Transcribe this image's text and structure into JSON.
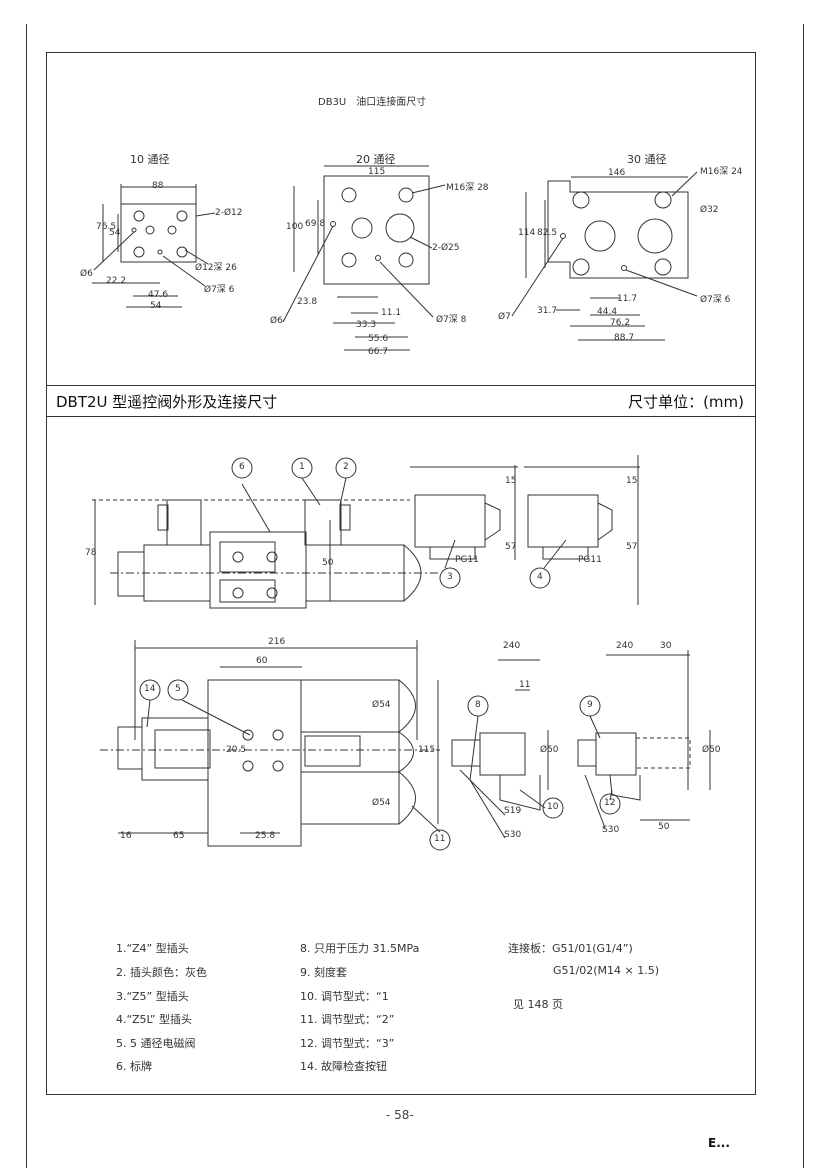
{
  "top_title": "DB3U　油口连接面尺寸",
  "views": [
    {
      "label": "10 通径",
      "dims": {
        "width": "88",
        "height_a": "76.5",
        "height_b": "54",
        "pitch": "2-Ø12",
        "hole": "Ø12深 26",
        "small": "Ø6",
        "x1": "22.2",
        "x2": "47.6",
        "x3": "54",
        "pin": "Ø7深 6"
      }
    },
    {
      "label": "20 通径",
      "dims": {
        "width": "115",
        "height_a": "100",
        "height_b": "69.8",
        "thread": "M16深 28",
        "port": "2-Ø25",
        "small": "Ø6",
        "pin": "Ø7深 8",
        "x1": "23.8",
        "x2": "11.1",
        "x3": "33.3",
        "x4": "55.6",
        "x5": "66.7"
      }
    },
    {
      "label": "30 通径",
      "dims": {
        "width": "146",
        "height_a": "114",
        "height_b": "82.5",
        "thread": "M16深 24",
        "port": "Ø32",
        "small": "Ø7",
        "pin": "Ø7深 6",
        "x1": "31.7",
        "x2": "11.7",
        "x3": "44.4",
        "x4": "76.2",
        "x5": "88.7"
      }
    }
  ],
  "bar": {
    "title": "DBT2U 型遥控阀外形及连接尺寸",
    "unit": "尺寸单位：(mm)"
  },
  "side_view": {
    "height": "78",
    "inner": "50",
    "callouts": [
      "6",
      "1",
      "2",
      "3",
      "4"
    ],
    "plug_a": "PG11",
    "plug_b": "PG11",
    "dim_a": "57",
    "dim_b": "57",
    "top_a": "15",
    "top_b": "15"
  },
  "plan_view": {
    "overall": "216",
    "mid": "60",
    "left1": "16",
    "left2": "65",
    "left3": "25.8",
    "height": "115",
    "width_a": "Ø54",
    "width_b": "Ø54",
    "side": "20.5",
    "callouts": [
      "14",
      "5",
      "11"
    ]
  },
  "knob_views": {
    "a_top": "240",
    "a_sub": "11",
    "a_d": "Ø50",
    "a_s1": "S19",
    "a_s2": "S30",
    "b_top": "240",
    "b_sub": "30",
    "b_d": "Ø50",
    "b_s": "S30",
    "b_w": "50",
    "callouts": [
      "8",
      "10",
      "9",
      "12"
    ]
  },
  "notes": {
    "col1": [
      "1.“Z4” 型插头",
      "2. 插头颜色：灰色",
      "3.“Z5” 型插头",
      "4.“Z5L” 型插头",
      "5. 5 通径电磁阀",
      "6. 标牌"
    ],
    "col2": [
      "8. 只用于压力 31.5MPa",
      "9. 刻度套",
      "10. 调节型式：“1",
      "11. 调节型式：“2”",
      "12. 调节型式：“3”",
      "14. 故障检查按钮"
    ],
    "col3": [
      "连接板：G51/01(G1/4”)",
      "G51/02(M14 × 1.5)",
      "见 148 页"
    ]
  },
  "page_number": "- 58-",
  "logo": "E..."
}
